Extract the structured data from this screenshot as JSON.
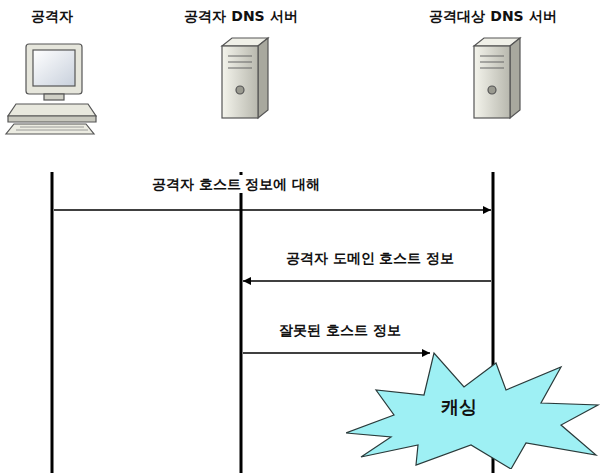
{
  "diagram": {
    "nodes": [
      {
        "text": [
          "공격자"
        ]
      },
      {
        "text": [
          "공격자 DNS 서버"
        ]
      },
      {
        "text": [
          "공격대상 DNS 서버"
        ]
      },
      {
        "text": [
          "캐싱"
        ]
      }
    ],
    "edges": [
      {
        "from": 0,
        "to": 2,
        "arrow": "to",
        "label": "공격자 호스트 정보에 대해"
      },
      {
        "from": 2,
        "to": 1,
        "arrow": "to",
        "label": "공격자 도메인 호스트 정보"
      },
      {
        "from": 1,
        "to": 3,
        "arrow": "to",
        "label": "잘못된 호스트 정보"
      }
    ]
  }
}
